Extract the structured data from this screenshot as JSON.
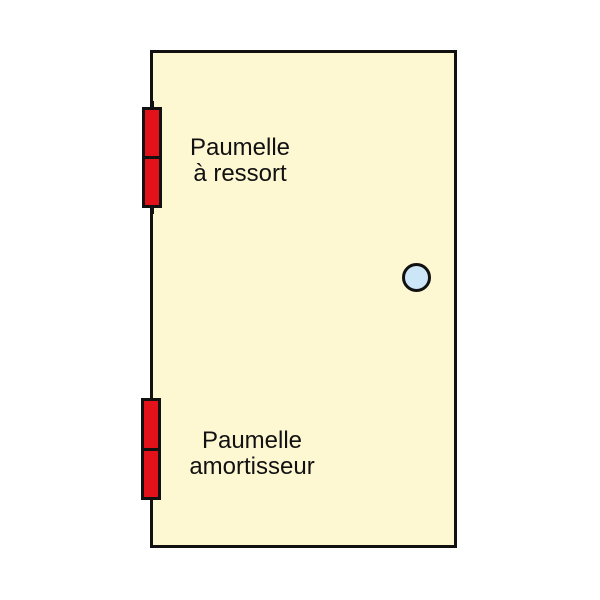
{
  "diagram": {
    "type": "door-hinge-diagram",
    "colors": {
      "door_fill": "#fdf7d2",
      "outline": "#111111",
      "hinge_fill": "#e3121a",
      "knob_fill": "#cde6f7"
    },
    "hinges": [
      {
        "id": "top",
        "label_line1": "Paumelle",
        "label_line2": "à ressort"
      },
      {
        "id": "bottom",
        "label_line1": "Paumelle",
        "label_line2": "amortisseur"
      }
    ],
    "knob": {
      "icon": "door-knob-icon"
    }
  }
}
